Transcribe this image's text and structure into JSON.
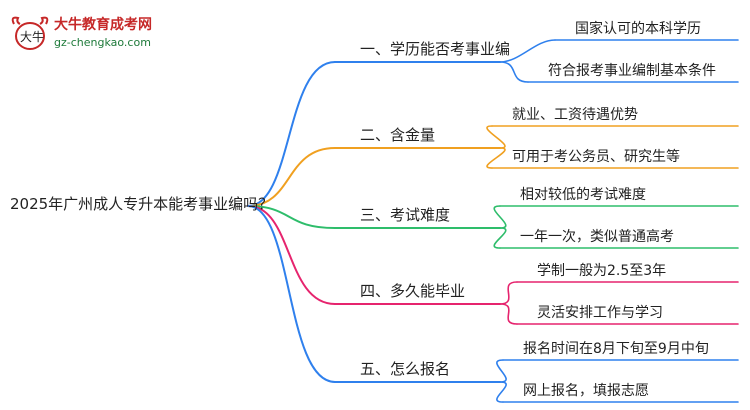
{
  "logo": {
    "title": "大牛教育成考网",
    "url": "gz-chengkao.com",
    "mark": "大牛"
  },
  "root": "2025年广州成人专升本能考事业编吗？",
  "branches": [
    {
      "label": "一、学历能否考事业编",
      "color": "#2f80ed",
      "leaves": [
        "国家认可的本科学历",
        "符合报考事业编制基本条件"
      ]
    },
    {
      "label": "二、含金量",
      "color": "#f0a020",
      "leaves": [
        "就业、工资待遇优势",
        "可用于考公务员、研究生等"
      ]
    },
    {
      "label": "三、考试难度",
      "color": "#2ebd6b",
      "leaves": [
        "相对较低的考试难度",
        "一年一次，类似普通高考"
      ]
    },
    {
      "label": "四、多久能毕业",
      "color": "#e6246e",
      "leaves": [
        "学制一般为2.5至3年",
        "灵活安排工作与学习"
      ]
    },
    {
      "label": "五、怎么报名",
      "color": "#2f80ed",
      "leaves": [
        "报名时间在8月下旬至9月中旬",
        "网上报名，填报志愿"
      ]
    }
  ]
}
